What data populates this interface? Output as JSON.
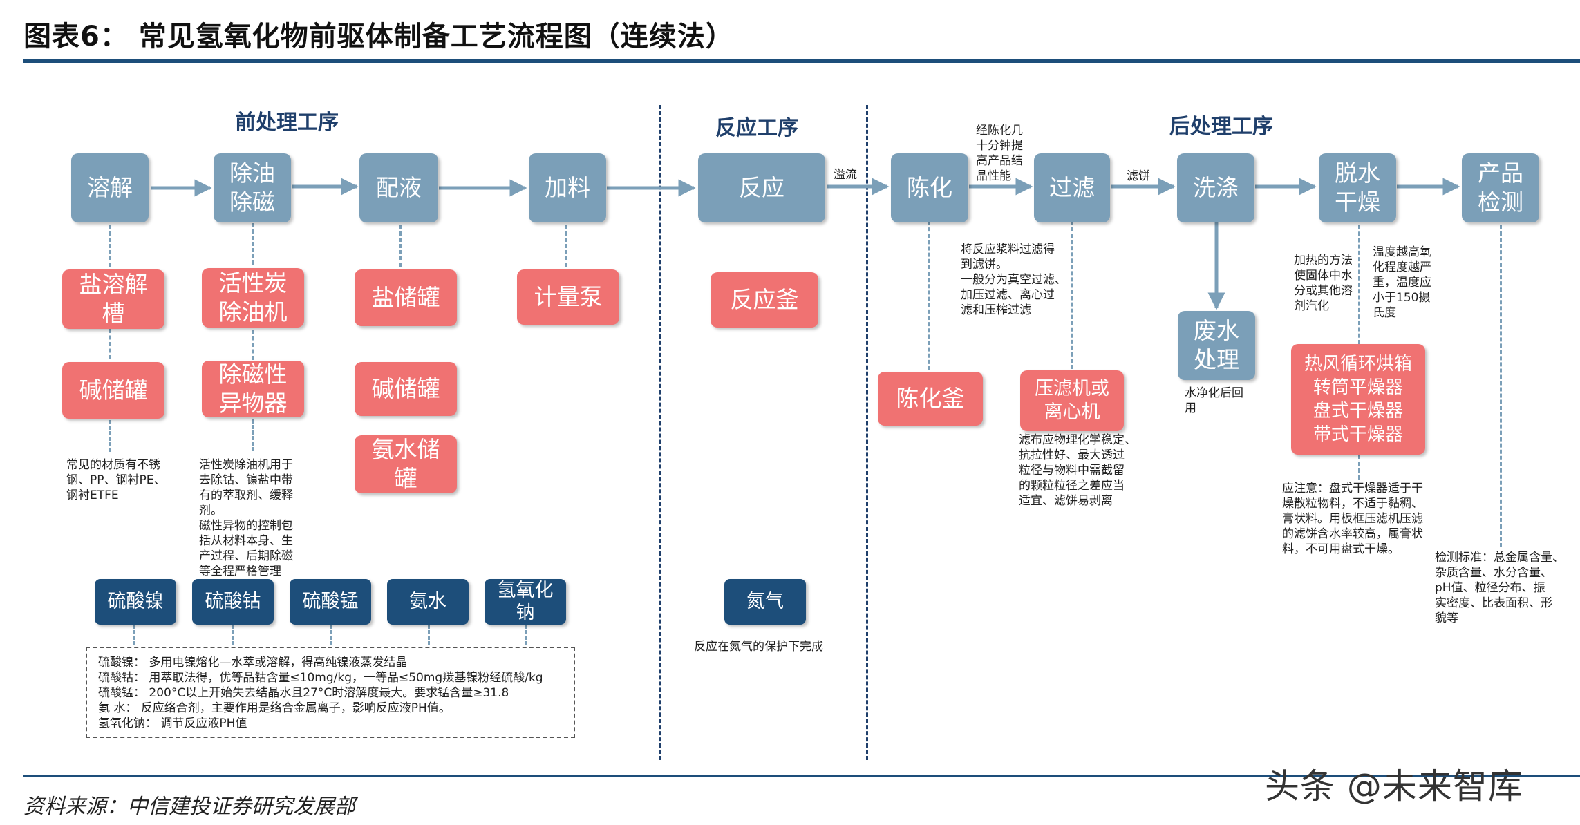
{
  "title": "图表6：   常见氢氧化物前驱体制备工艺流程图（连续法）",
  "sections": {
    "pre": "前处理工序",
    "reaction": "反应工序",
    "post": "后处理工序"
  },
  "steps": [
    "溶解",
    "除油\n除磁",
    "配液",
    "加料",
    "反应",
    "陈化",
    "过滤",
    "洗涤",
    "脱水\n干燥",
    "产品\n检测"
  ],
  "flow_labels": {
    "overflow": "溢流",
    "filter_cake": "滤饼",
    "aging_note": "经陈化几\n十分钟提\n高产品结\n晶性能"
  },
  "equipment": {
    "dissolve_tank": "盐溶解\n槽",
    "alkali_tank_1": "碱储罐",
    "carbon_deoiler": "活性炭\n除油机",
    "magnetic_remover": "除磁性\n异物器",
    "salt_tank": "盐储罐",
    "alkali_tank_2": "碱储罐",
    "ammonia_tank": "氨水储\n罐",
    "metering_pump": "计量泵",
    "reactor": "反应釜",
    "aging_tank": "陈化釜",
    "filter_press": "压滤机或\n离心机",
    "wastewater": "废水\n处理",
    "dryers": "热风循环烘箱\n转筒平燥器\n盘式干燥器\n带式干燥器"
  },
  "materials": [
    "硫酸镍",
    "硫酸钴",
    "硫酸锰",
    "氨水",
    "氢氧化\n钠"
  ],
  "nitrogen": {
    "label": "氮气",
    "note": "反应在氮气的保护下完成"
  },
  "notes": {
    "dissolve_material": "常见的材质有不锈\n钢、PP、钢衬PE、\n钢衬ETFE",
    "deoil": "活性炭除油机用于\n去除钴、镍盐中带\n有的萃取剂、缓释\n剂。\n磁性异物的控制包\n括从材料本身、生\n产过程、后期除磁\n等全程严格管理",
    "filter_method": "将反应浆料过滤得\n到滤饼。\n一般分为真空过滤、\n加压过滤、离心过\n滤和压榨过滤",
    "filter_cloth": "滤布应物理化学稳定、\n抗拉性好、最大透过\n粒径与物料中需截留\n的颗粒粒径之差应当\n适宜、滤饼易剥离",
    "water_reuse": "水净化后回\n用",
    "heating": "加热的方法\n使固体中水\n分或其他溶\n剂汽化",
    "temperature": "温度越高氧\n化程度越严\n重，温度应\n小于150摄\n氏度",
    "tray_dryer": "应注意：盘式干燥器适于干\n燥散粒物料，不适于黏稠、\n膏状料。用板框压滤机压滤\n的滤饼含水率较高，属膏状\n料，不可用盘式干燥。",
    "testing": "检测标准：总金属含量、\n杂质含量、水分含量、\npH值、粒径分布、振\n实密度、比表面积、形\n貌等"
  },
  "legend": [
    "硫酸镍：  多用电镍熔化—水萃或溶解，得高纯镍液蒸发结晶",
    "硫酸钴：  用萃取法得，优等品钴含量≤10mg/kg，一等品≤50mg羰基镍粉经硫酸/kg",
    "硫酸锰：  200°C以上开始失去结晶水且27°C时溶解度最大。要求锰含量≥31.8",
    "氨    水：  反应络合剂，主要作用是络合金属离子，影响反应液PH值。",
    "氢氧化钠：  调节反应液PH值"
  ],
  "source": "资料来源：中信建投证券研究发展部",
  "watermark": "头条 @未来智库"
}
